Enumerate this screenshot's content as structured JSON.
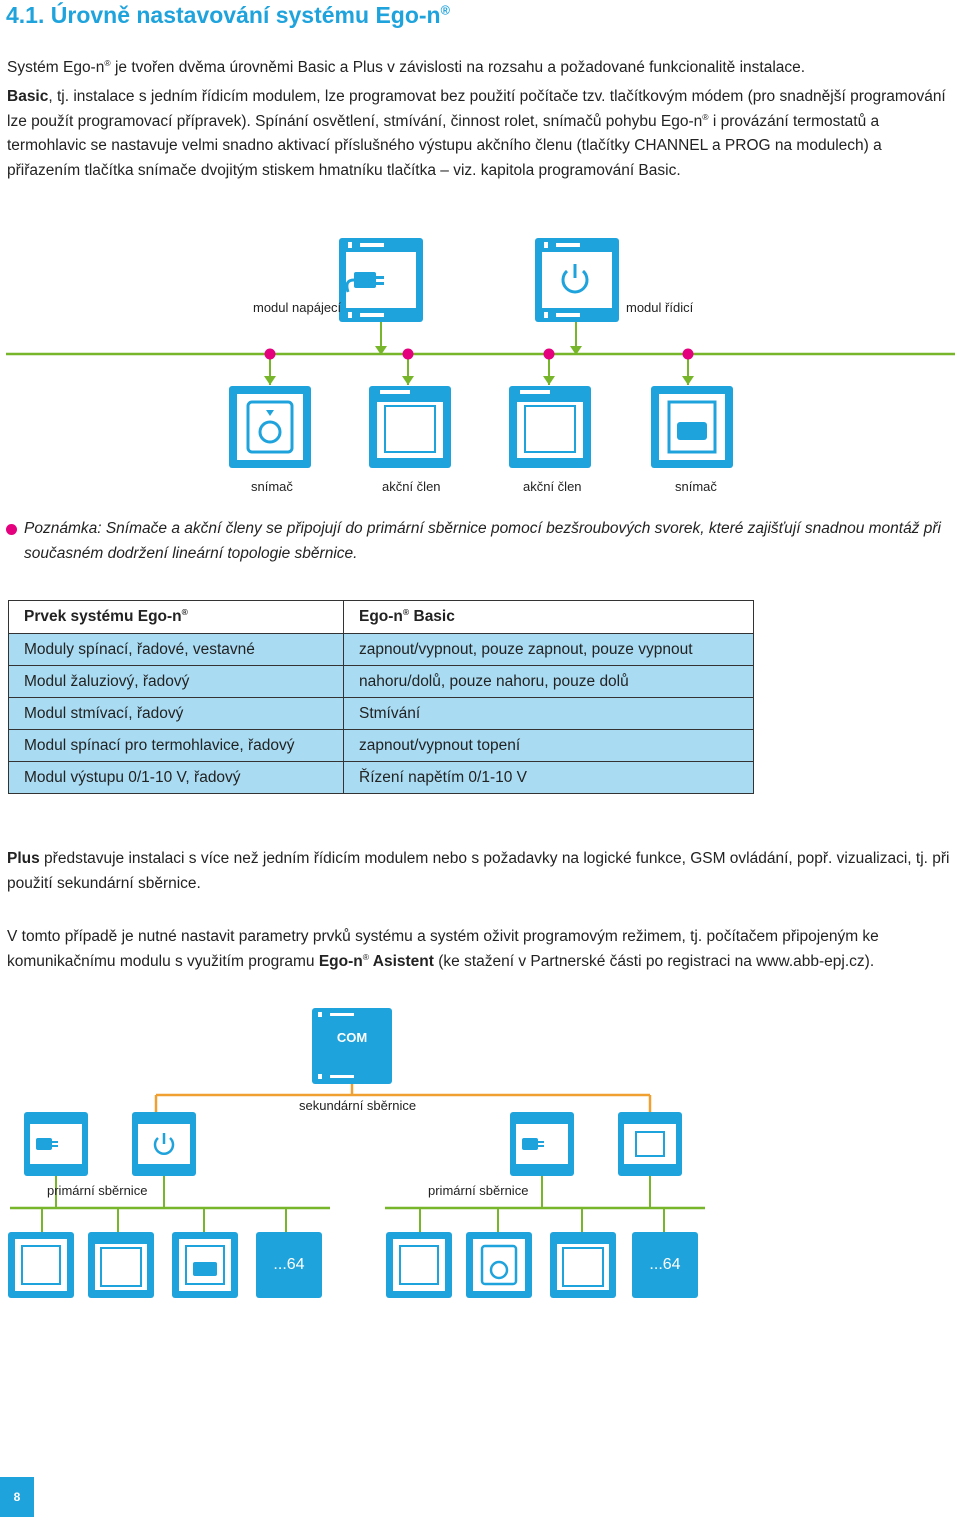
{
  "title": "4.1. Úrovně nastavování systému Ego-n",
  "title_sup": "®",
  "intro": {
    "a": "Systém Ego-n",
    "sup": "®",
    "b": " je tvořen dvěma úrovněmi Basic a Plus v závislosti na rozsahu a požadované funkcionalitě instalace."
  },
  "basic": {
    "bold": "Basic",
    "a": ", tj. instalace s jedním řídicím modulem, lze programovat bez použití počítače tzv. tlačítkovým módem (pro snadnější programování lze použít programovací přípravek). Spínání osvětlení, stmívání, činnost rolet, snímačů pohybu Ego-n",
    "sup": "®",
    "b": " i provázání termostatů a termohlavic se nastavuje velmi snadno aktivací příslušného výstupu akčního členu (tlačítky CHANNEL a PROG na modulech) a přiřazením tlačítka snímače dvojitým stiskem hmatníku tlačítka – viz. kapitola programování Basic."
  },
  "diagram1": {
    "label_power": "modul napájecí",
    "label_control": "modul řídicí",
    "bottom_labels": [
      "snímač",
      "akční člen",
      "akční člen",
      "snímač"
    ]
  },
  "note": "Poznámka: Snímače a akční členy se připojují do primární sběrnice pomocí bezšroubových svorek, které zajišťují snadnou montáž při současném dodržení lineární topologie sběrnice.",
  "table": {
    "header_left": "Prvek systému Ego-n",
    "header_left_sup": "®",
    "header_right_a": "Ego-n",
    "header_right_sup": "®",
    "header_right_b": " Basic",
    "rows": [
      [
        "Moduly spínací, řadové, vestavné",
        "zapnout/vypnout, pouze zapnout, pouze vypnout"
      ],
      [
        "Modul žaluziový, řadový",
        "nahoru/dolů, pouze nahoru, pouze dolů"
      ],
      [
        "Modul stmívací, řadový",
        "Stmívání"
      ],
      [
        "Modul spínací pro termohlavice, řadový",
        "zapnout/vypnout topení"
      ],
      [
        "Modul výstupu 0/1-10 V, řadový",
        "Řízení  napětím 0/1-10 V"
      ]
    ]
  },
  "plus": {
    "bold": "Plus",
    "text": " představuje instalaci s více než jedním řídicím modulem nebo s požadavky na logické funkce, GSM ovládání, popř. vizualizaci, tj. při použití sekundární sběrnice."
  },
  "plus2": {
    "a": "V tomto případě je nutné nastavit parametry prvků systému a systém oživit programovým režimem, tj. počítačem připojeným ke komunikačnímu modulu s využitím programu ",
    "bold_a": "Ego-n",
    "sup": "®",
    "bold_b": " Asistent",
    "b": " (ke stažení v Partnerské části po registraci na www.abb-epj.cz)."
  },
  "diagram2": {
    "com": "COM",
    "label_secondary": "sekundární sběrnice",
    "label_primary_1": "primární sběrnice",
    "label_primary_2": "primární sběrnice",
    "count_1": "...64",
    "count_2": "...64"
  },
  "page_number": "8",
  "colors": {
    "accent": "#1fa3dc",
    "bus_green": "#77b52a",
    "bus_orange": "#f0a030",
    "node_magenta": "#e5007e",
    "table_row": "#a9dcf3"
  }
}
